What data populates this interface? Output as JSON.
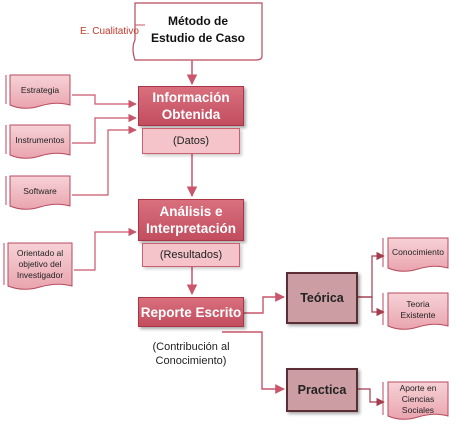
{
  "method": {
    "title_line1": "Método de",
    "title_line2": "Estudio de Caso",
    "tag": "E. Cualitativo"
  },
  "inputs": [
    {
      "label": "Estrategia"
    },
    {
      "label": "Instrumentos"
    },
    {
      "label": "Software"
    },
    {
      "label": "Orientado al objetivo del Investigador"
    }
  ],
  "stages": [
    {
      "title_line1": "Información",
      "title_line2": "Obtenida",
      "sub": "(Datos)"
    },
    {
      "title_line1": "Análisis e",
      "title_line2": "Interpretación",
      "sub": "(Resultados)"
    },
    {
      "title": "Reporte Escrito",
      "sub_line1": "(Contribución al",
      "sub_line2": "Conocimiento)"
    }
  ],
  "branches": [
    {
      "label": "Teórica",
      "outputs": [
        "Conocimiento",
        "Teoria Existente"
      ]
    },
    {
      "label": "Practica",
      "outputs": [
        "Aporte en Ciencias Sociales"
      ]
    }
  ],
  "colors": {
    "accent": "#c9566a",
    "light": "#f4c4ca",
    "dark": "#5a2e34",
    "red_text": "#c0392b"
  }
}
